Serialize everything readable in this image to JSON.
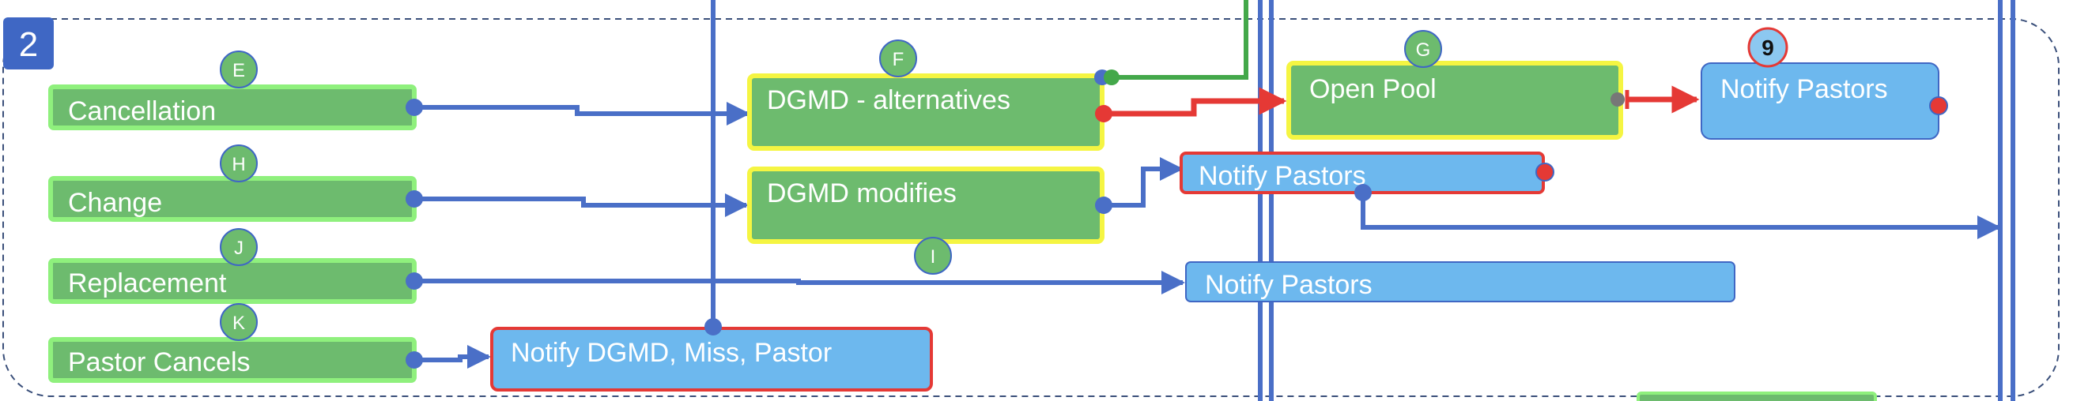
{
  "section": {
    "label": "2"
  },
  "colors": {
    "green_fill": "#6dbb6e",
    "green_border": "#8ff07d",
    "yellow_border": "#f5f542",
    "blue_fill": "#6db8ee",
    "red_border": "#e53935",
    "connector_blue": "#4a6fc7",
    "connector_red": "#e53935",
    "connector_green": "#43a84a",
    "section_blue": "#3f67c4"
  },
  "sources": [
    {
      "label": "Cancellation",
      "badge": "E"
    },
    {
      "label": "Change",
      "badge": "H"
    },
    {
      "label": "Replacement",
      "badge": "J"
    },
    {
      "label": "Pastor Cancels",
      "badge": "K"
    }
  ],
  "decisions": [
    {
      "label": "DGMD - alternatives",
      "badge": "F"
    },
    {
      "label": "DGMD modifies",
      "badge": "I"
    },
    {
      "label": "Open Pool",
      "badge": "G"
    }
  ],
  "notifications": [
    {
      "label": "Notify Pastors",
      "badge": "9"
    },
    {
      "label": "Notify Pastors"
    },
    {
      "label": "Notify Pastors"
    },
    {
      "label": "Notify DGMD, Miss, Pastor"
    }
  ]
}
